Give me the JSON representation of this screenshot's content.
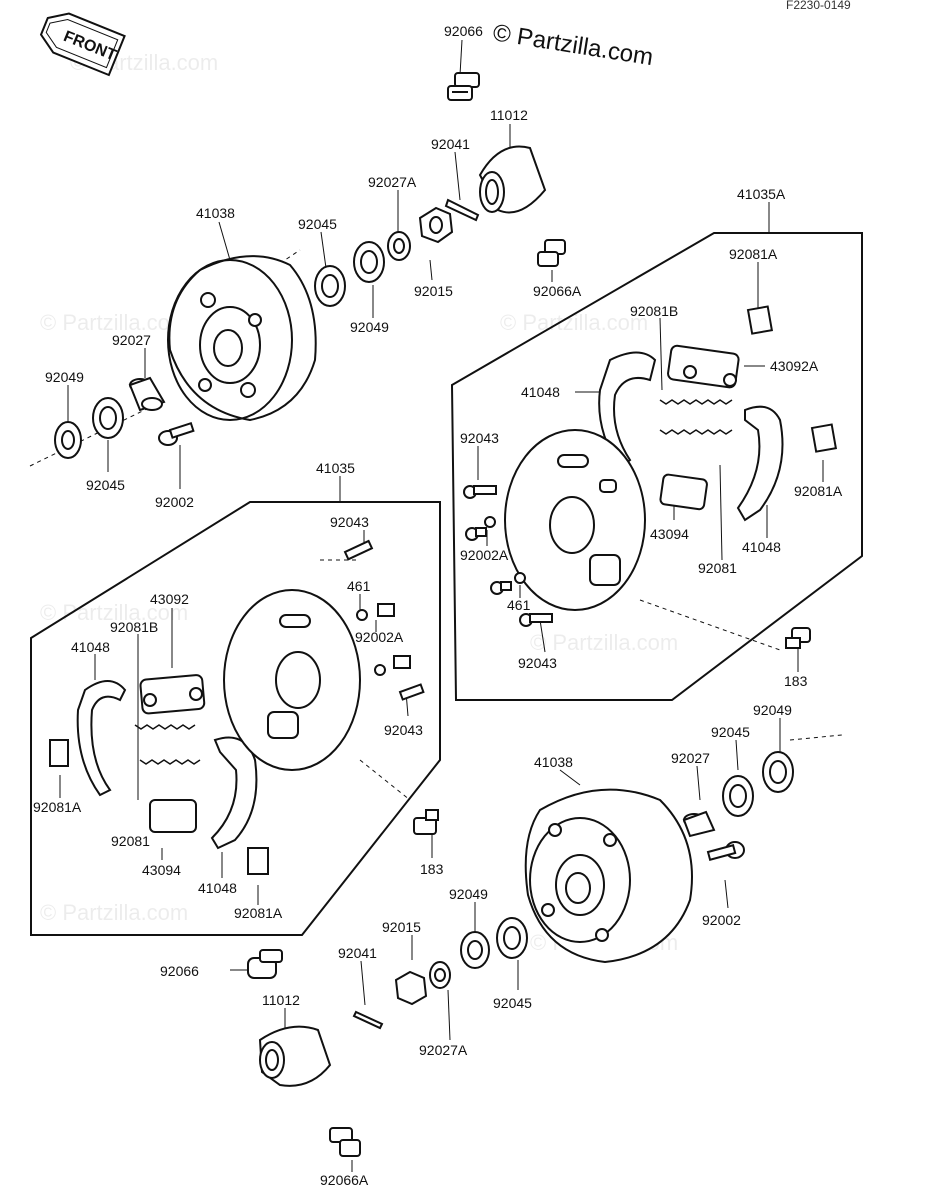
{
  "header": {
    "code": "F2230-0149"
  },
  "brand": {
    "text": "© Partzilla.com"
  },
  "watermark": {
    "text": "© Partzilla.com"
  },
  "front_tag": {
    "text": "FRONT"
  },
  "colors": {
    "line": "#111111",
    "background": "#ffffff"
  },
  "labels": [
    "92066",
    "11012",
    "92041",
    "92027A",
    "41038",
    "92045",
    "92015",
    "92049",
    "92027",
    "92049",
    "92045",
    "92002",
    "41035A",
    "92081A",
    "92066A",
    "92081B",
    "43092A",
    "41048",
    "92043",
    "92081A",
    "43094",
    "92002A",
    "41048",
    "92081",
    "461",
    "92043",
    "41035",
    "92043",
    "43092",
    "461",
    "92081B",
    "92002A",
    "41048",
    "92043",
    "92081A",
    "92081",
    "43094",
    "41048",
    "92081A",
    "183",
    "183",
    "41038",
    "92027",
    "92045",
    "92049",
    "92002",
    "92049",
    "92015",
    "92066",
    "92041",
    "11012",
    "92045",
    "92027A",
    "92066A"
  ]
}
